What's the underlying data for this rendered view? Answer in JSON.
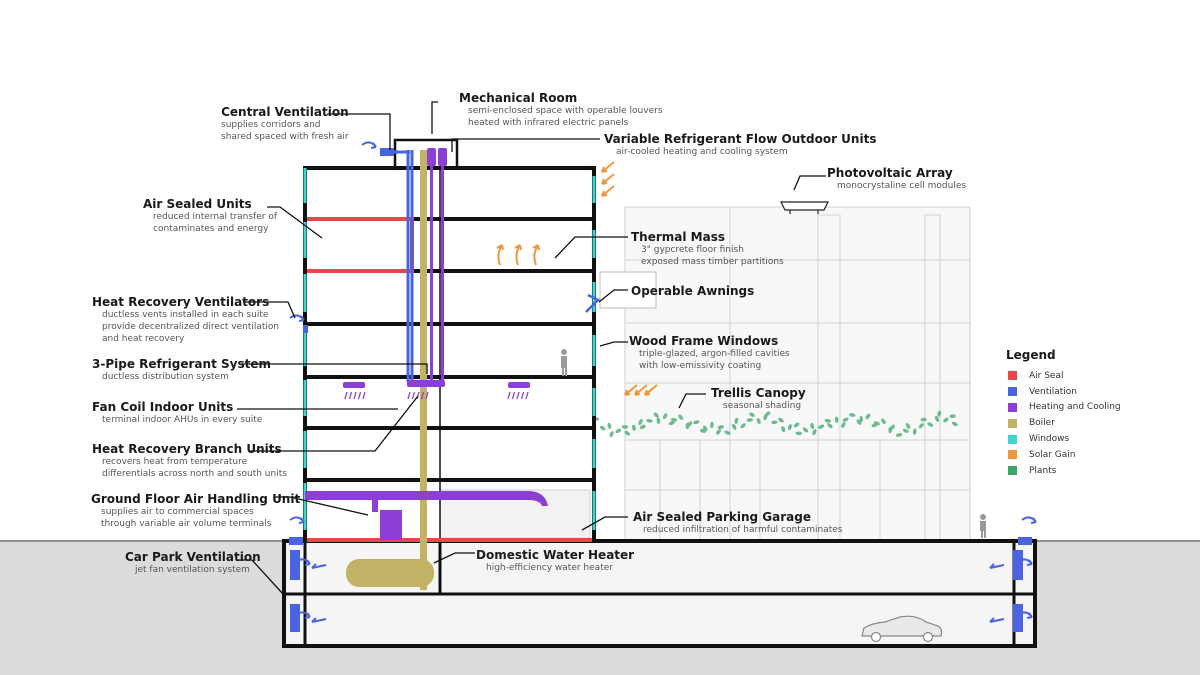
{
  "labels": [
    {
      "id": "central-ventilation",
      "title": "Central Ventilation",
      "desc": "supplies corridors and\nshared spaced with fresh air"
    },
    {
      "id": "mechanical-room",
      "title": "Mechanical Room",
      "desc": "semi-enclosed space with operable louvers\nheated with infrared electric panels"
    },
    {
      "id": "vrf-outdoor-units",
      "title": "Variable Refrigerant Flow Outdoor Units",
      "desc": "air-cooled heating and cooling system"
    },
    {
      "id": "photovoltaic-array",
      "title": "Photovoltaic Array",
      "desc": "monocrystaline cell modules"
    },
    {
      "id": "air-sealed-units",
      "title": "Air Sealed Units",
      "desc": "reduced internal transfer of\ncontaminates and energy"
    },
    {
      "id": "thermal-mass",
      "title": "Thermal Mass",
      "desc": "3\" gypcrete floor finish\nexposed mass timber partitions"
    },
    {
      "id": "operable-awnings",
      "title": "Operable Awnings",
      "desc": ""
    },
    {
      "id": "heat-recovery-ventilators",
      "title": "Heat Recovery Ventilators",
      "desc": "ductless vents installed in each suite\nprovide decentralized direct ventilation\nand heat recovery"
    },
    {
      "id": "wood-frame-windows",
      "title": "Wood Frame Windows",
      "desc": "triple-glazed, argon-filled cavities\nwith low-emissivity coating"
    },
    {
      "id": "three-pipe-refrigerant",
      "title": "3-Pipe Refrigerant System",
      "desc": "ductless distribution system"
    },
    {
      "id": "trellis-canopy",
      "title": "Trellis Canopy",
      "desc": "seasonal shading"
    },
    {
      "id": "fan-coil-indoor-units",
      "title": "Fan Coil Indoor Units",
      "desc": "terminal indoor AHUs in every suite"
    },
    {
      "id": "heat-recovery-branch-units",
      "title": "Heat Recovery Branch Units",
      "desc": "recovers heat from temperature\ndifferentials across north and south units"
    },
    {
      "id": "ground-floor-ahu",
      "title": "Ground Floor Air Handling Unit",
      "desc": "supplies air to commercial spaces\nthrough variable air volume terminals"
    },
    {
      "id": "air-sealed-parking-garage",
      "title": "Air Sealed Parking Garage",
      "desc": "reduced infiltration of harmful contaminates"
    },
    {
      "id": "car-park-ventilation",
      "title": "Car Park Ventilation",
      "desc": "jet fan ventilation system"
    },
    {
      "id": "domestic-water-heater",
      "title": "Domestic Water Heater",
      "desc": "high-efficiency water heater"
    }
  ],
  "legend": {
    "title": "Legend",
    "items": [
      {
        "name": "Air Seal",
        "color": "#e8474b"
      },
      {
        "name": "Ventilation",
        "color": "#4a63e0"
      },
      {
        "name": "Heating and Cooling",
        "color": "#8b3fd6"
      },
      {
        "name": "Boiler",
        "color": "#c2b266"
      },
      {
        "name": "Windows",
        "color": "#3fd6cf"
      },
      {
        "name": "Solar Gain",
        "color": "#f0963c"
      },
      {
        "name": "Plants",
        "color": "#3fa66b"
      }
    ]
  }
}
